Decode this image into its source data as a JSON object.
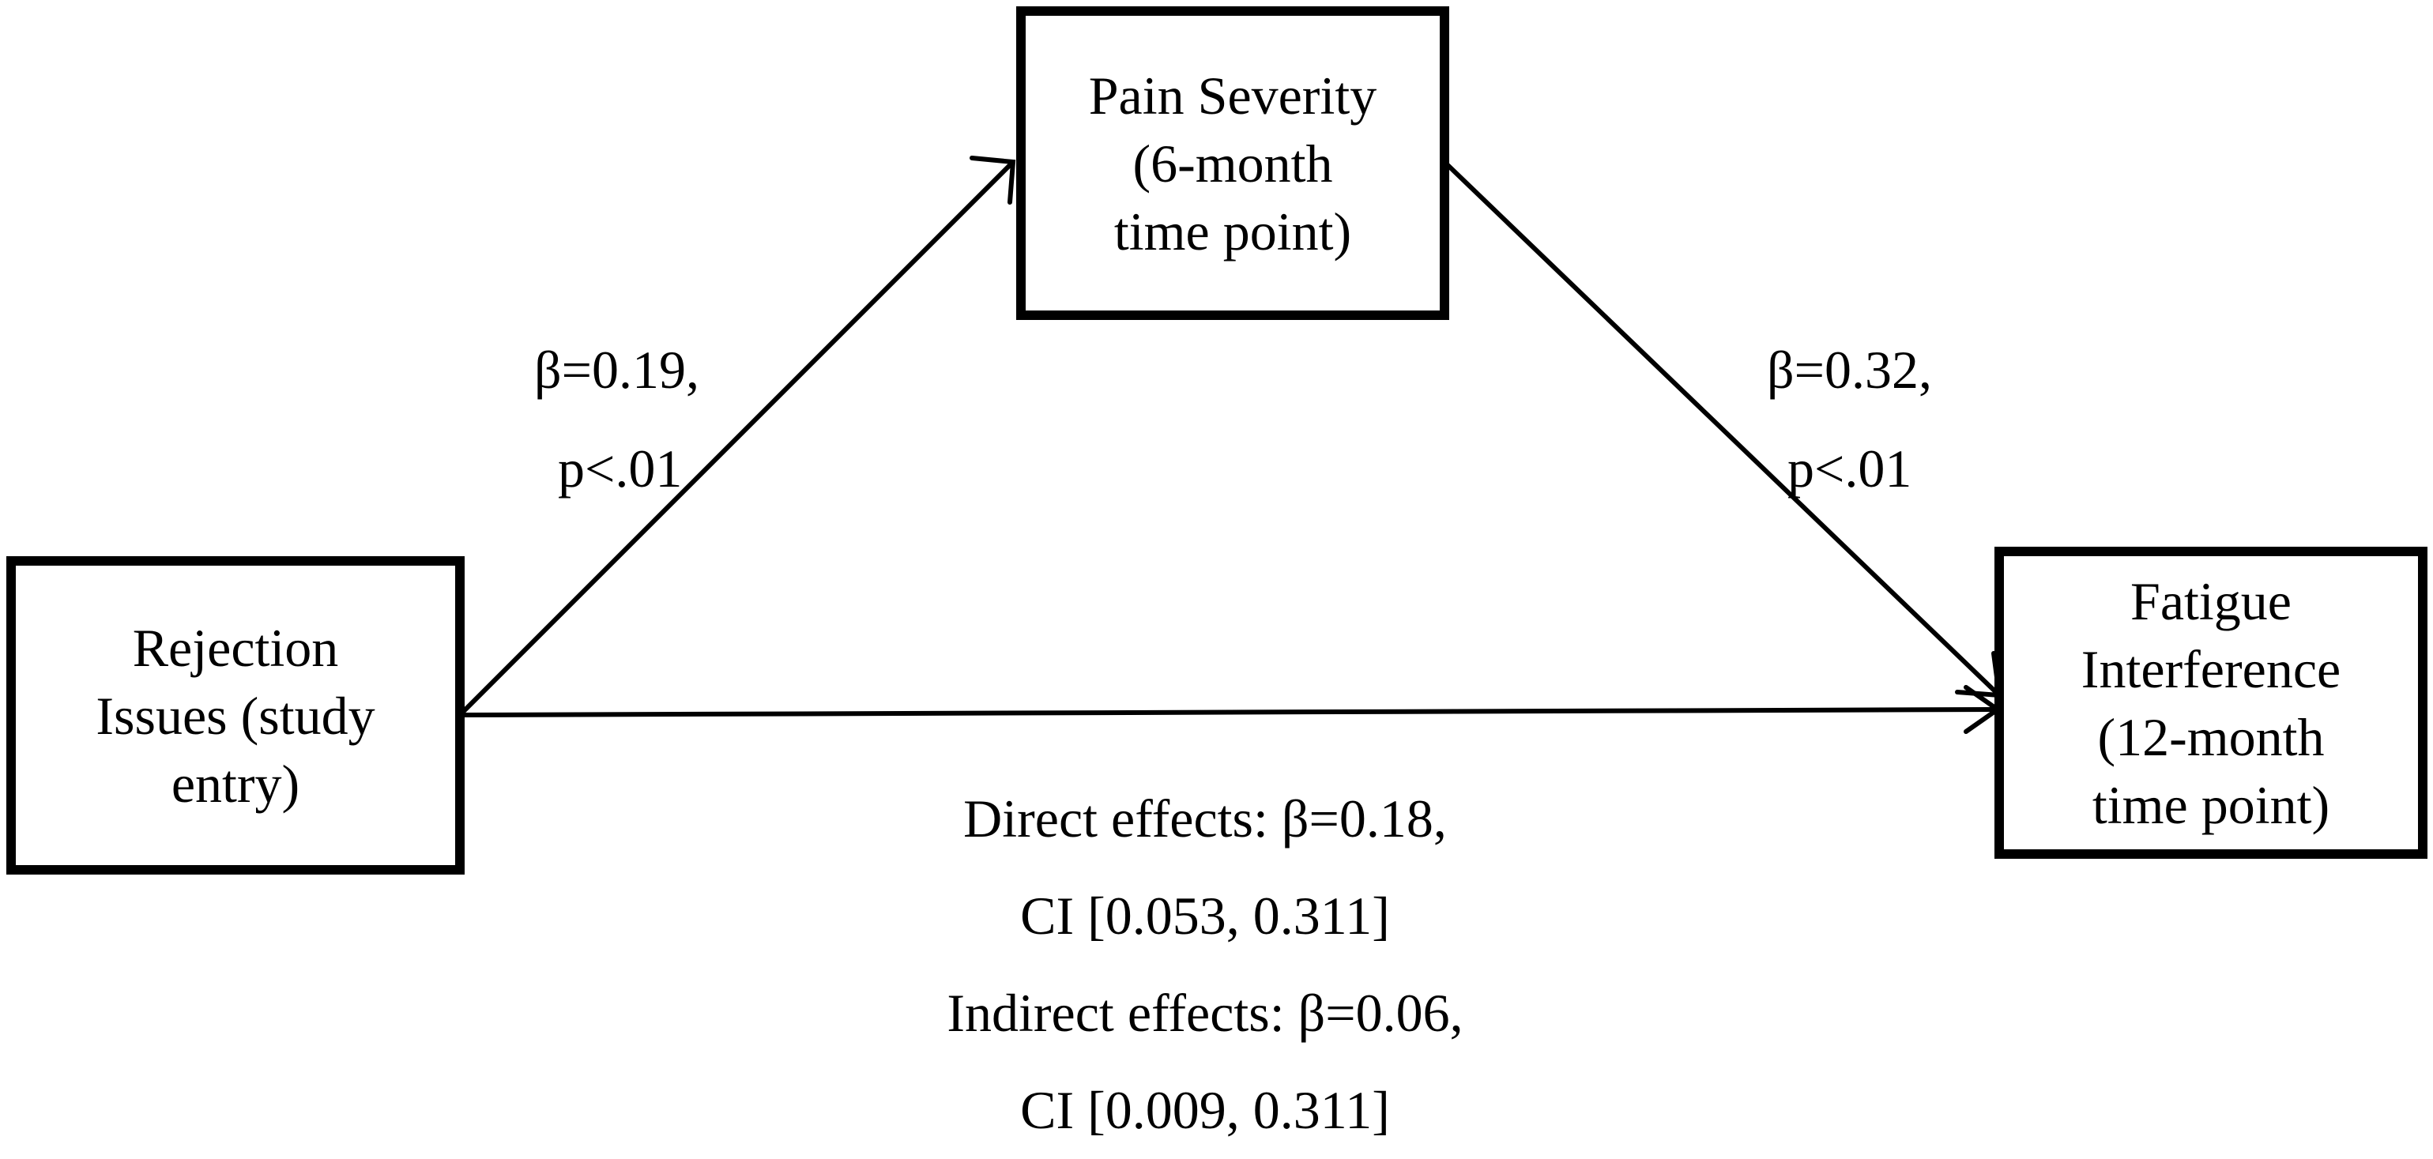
{
  "nodes": {
    "mediator": {
      "lines": [
        "Pain Severity",
        "(6-month",
        "time point)"
      ]
    },
    "predictor": {
      "lines": [
        "Rejection",
        "Issues (study",
        "entry)"
      ]
    },
    "outcome": {
      "lines": [
        "Fatigue",
        "Interference",
        "(12-month",
        "time point)"
      ]
    }
  },
  "paths": {
    "a": {
      "beta": "β=0.19,",
      "p": "p<.01"
    },
    "b": {
      "beta": "β=0.32,",
      "p": "p<.01"
    }
  },
  "effects": {
    "direct_beta": "Direct effects: β=0.18,",
    "direct_ci": "CI [0.053, 0.311]",
    "indirect_beta": "Indirect effects: β=0.06,",
    "indirect_ci": "CI [0.009, 0.311]"
  },
  "colors": {
    "stroke": "#000000",
    "background": "#ffffff"
  }
}
